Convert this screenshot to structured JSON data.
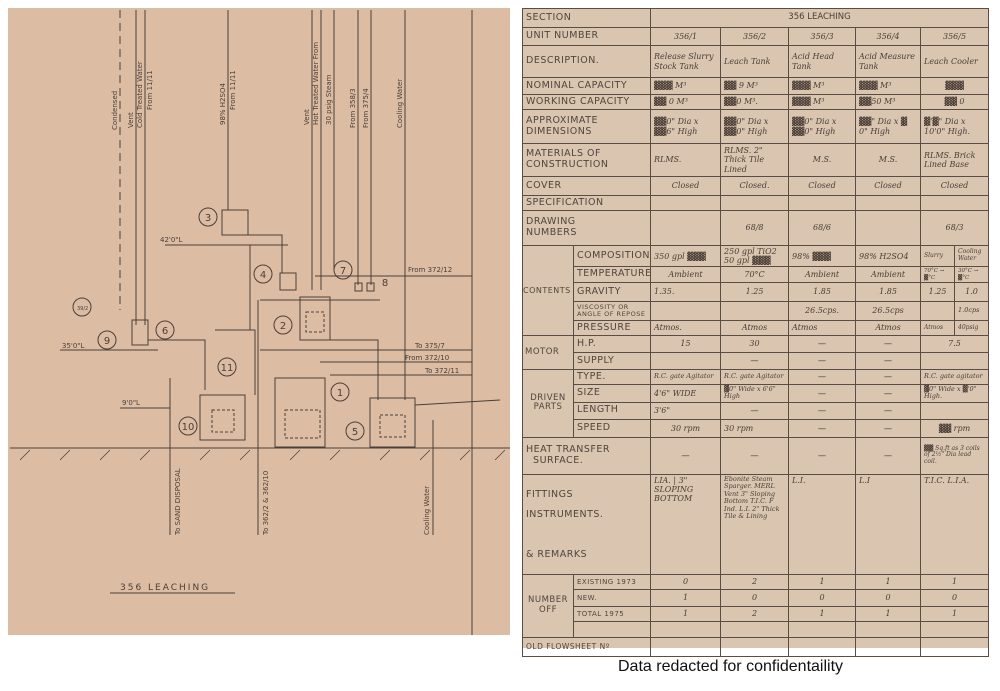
{
  "diagram": {
    "title": "356 LEACHING",
    "labels": {
      "condensate": "Condensed",
      "vent1": "Vent",
      "cold_water": "Cold Treated Water",
      "from_1": "From 11/11",
      "acid": "98% H2SO4",
      "from_acid": "From 11/11",
      "vent2": "Vent",
      "hot_water": "Hot Treated Water From",
      "steam": "30 psig Steam",
      "from_358": "From 358/3",
      "from_375": "From 375/4",
      "cooling_in": "Cooling Water",
      "elev_42": "42'0\"L",
      "elev_35": "35'0\"L",
      "elev_9": "9'0\"L",
      "from_372_12": "From 372/12",
      "to_375_7": "To 375/7",
      "from_372_10": "From 372/10",
      "to_372_11": "To 372/11",
      "to_sand": "To SAND DISPOSAL",
      "to_362": "To 362/2 & 362/10",
      "cooling_out": "Cooling Water",
      "ref_39": "39/2"
    },
    "units": [
      "1",
      "2",
      "3",
      "4",
      "5",
      "6",
      "7",
      "8",
      "9",
      "10",
      "11"
    ]
  },
  "table": {
    "section_label": "SECTION",
    "section_value": "356 LEACHING",
    "unit_number_label": "UNIT NUMBER",
    "units": [
      "356/1",
      "356/2",
      "356/3",
      "356/4",
      "356/5"
    ],
    "rows": {
      "description": {
        "label": "DESCRIPTION.",
        "values": [
          "Release Slurry Stock Tank",
          "Leach Tank",
          "Acid Head Tank",
          "Acid Measure Tank",
          "Leach Cooler"
        ]
      },
      "nominal": {
        "label": "NOMINAL CAPACITY",
        "values": [
          "▓▓▓ M³",
          "▓▓ 9 M³",
          "▓▓▓ M³",
          "▓▓▓ M³",
          "▓▓▓"
        ]
      },
      "working": {
        "label": "WORKING CAPACITY",
        "values": [
          "▓▓ 0 M³",
          "▓▓0 M³.",
          "▓▓▓ M³",
          "▓▓50 M³",
          "▓▓ 0"
        ]
      },
      "dimensions": {
        "label1": "APPROXIMATE",
        "label2": "DIMENSIONS",
        "values": [
          "▓▓0\" Dia x ▓▓6\" High",
          "▓▓0\" Dia x ▓▓0\" High",
          "▓▓0\" Dia x ▓▓0\" High",
          "▓▓\" Dia x ▓ 0\" High",
          "▓'▓\" Dia x 10'0\" High."
        ]
      },
      "materials": {
        "label1": "MATERIALS OF",
        "label2": "CONSTRUCTION",
        "values": [
          "RLMS.",
          "RLMS. 2\" Thick Tile Lined",
          "M.S.",
          "M.S.",
          "RLMS. Brick Lined Base"
        ]
      },
      "cover": {
        "label": "COVER",
        "values": [
          "Closed",
          "Closed.",
          "Closed",
          "Closed",
          "Closed"
        ]
      },
      "specification": {
        "label": "SPECIFICATION"
      },
      "drawing": {
        "label1": "DRAWING",
        "label2": "NUMBERS",
        "values": [
          "",
          "68/8",
          "68/6",
          "",
          "68/3"
        ]
      },
      "contents_label": "CONTENTS",
      "composition": {
        "label": "COMPOSITION",
        "values": [
          "350 gpl ▓▓▓",
          "250 gpl TiO2 50 gpl ▓▓▓",
          "98% ▓▓▓",
          "98% H2SO4",
          "Slurry",
          "Cooling Water"
        ]
      },
      "temperature": {
        "label": "TEMPERATURE",
        "values": [
          "Ambient",
          "70°C",
          "Ambient",
          "Ambient",
          "70°C → ▓°C",
          "30°C → ▓°C"
        ]
      },
      "gravity": {
        "label": "GRAVITY",
        "values": [
          "1.35.",
          "1.25",
          "1.85",
          "1.85",
          "1.25",
          "1.0"
        ]
      },
      "viscosity": {
        "label": "VISCOSITY OR ANGLE OF REPOSE",
        "values": [
          "",
          "",
          "26.5cps.",
          "26.5cps",
          "",
          "1.0cps"
        ]
      },
      "pressure": {
        "label": "PRESSURE",
        "values": [
          "Atmos.",
          "Atmos",
          "Atmos",
          "Atmos",
          "Atmos",
          "40psig"
        ]
      },
      "motor_label": "MOTOR",
      "hp": {
        "label": "H.P.",
        "values": [
          "15",
          "30",
          "—",
          "—",
          "7.5"
        ]
      },
      "supply": {
        "label": "SUPPLY",
        "values": [
          "",
          "—",
          "—",
          "—",
          ""
        ]
      },
      "driven_label": "DRIVEN PARTS",
      "type": {
        "label": "TYPE.",
        "values": [
          "R.C. gate Agitator",
          "R.C. gate Agitator",
          "—",
          "—",
          "R.C. gate agitator"
        ]
      },
      "size": {
        "label": "SIZE",
        "values": [
          "4'6\" WIDE",
          "▓0\" Wide x 6'6\" High",
          "—",
          "—",
          "▓0\" Wide x ▓'0\" High."
        ]
      },
      "length": {
        "label": "LENGTH",
        "values": [
          "3'6\"",
          "—",
          "—",
          "—",
          ""
        ]
      },
      "speed": {
        "label": "SPEED",
        "values": [
          "30 rpm",
          "30 rpm",
          "—",
          "—",
          "▓▓ rpm"
        ]
      },
      "heat": {
        "label1": "HEAT TRANSFER",
        "label2": "SURFACE.",
        "values": [
          "—",
          "—",
          "—",
          "—",
          "▓▓ Sq.ft as 3 coils of 2½\" Dia lead coil."
        ]
      },
      "fittings": {
        "label1": "FITTINGS",
        "label2": "INSTRUMENTS.",
        "label3": "& REMARKS",
        "values": [
          "LIA. | 3\" SLOPING BOTTOM",
          "Ebonite Steam Sparger. MERL Vent 3\" Sloping Bottom T.I.C. F Ind. L.I. 2\" Thick Tile & Lining",
          "L.I.",
          "L.I",
          "T.I.C. L.I.A."
        ]
      },
      "number_label": "NUMBER OFF",
      "existing": {
        "label": "EXISTING 1973",
        "values": [
          "0",
          "2",
          "1",
          "1",
          "1"
        ]
      },
      "new": {
        "label": "NEW.",
        "values": [
          "1",
          "0",
          "0",
          "0",
          "0"
        ]
      },
      "total": {
        "label": "TOTAL 1975",
        "values": [
          "1",
          "2",
          "1",
          "1",
          "1"
        ]
      },
      "old_flowsheet": {
        "label": "OLD FLOWSHEET Nº"
      }
    }
  },
  "caption": "Data redacted for confidentaility"
}
